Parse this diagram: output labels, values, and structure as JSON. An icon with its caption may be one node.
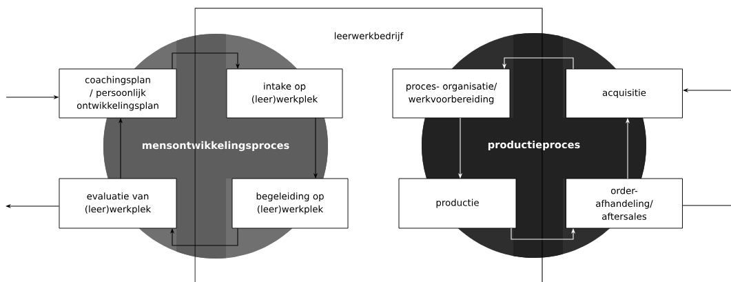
{
  "diagram": {
    "nodes": [
      {
        "text": [
          "leerwerkbedrijf"
        ]
      },
      {
        "text": [
          "mensontwikkelingsproces"
        ]
      },
      {
        "text": [
          "coachingsplan / persoonlijk ontwikkelingsplan"
        ]
      },
      {
        "text": [
          "intake op (leer)werkplek"
        ],
        "in": 0
      },
      {
        "text": [
          "evaluatie van (leer)werkplek"
        ]
      },
      {
        "text": [
          "begeleiding op (leer)werkplek"
        ],
        "in": 0
      },
      {
        "text": [
          "productieproces"
        ]
      },
      {
        "text": [
          "proces- organisatie/ werkvoorbereiding"
        ],
        "in": 0
      },
      {
        "text": [
          "acquisitie"
        ]
      },
      {
        "text": [
          "productie"
        ],
        "in": 0
      },
      {
        "text": [
          "order- afhandeling/ aftersales"
        ]
      }
    ],
    "edges": [
      {
        "from": null,
        "to": 2,
        "arrow": "to"
      },
      {
        "from": 2,
        "to": 3,
        "arrow": "to"
      },
      {
        "from": 3,
        "to": 5,
        "arrow": "to"
      },
      {
        "from": 5,
        "to": 4,
        "arrow": "to"
      },
      {
        "from": 4,
        "to": 2,
        "arrow": "to"
      },
      {
        "from": 4,
        "to": null,
        "arrow": "to"
      },
      {
        "from": null,
        "to": 8,
        "arrow": "to"
      },
      {
        "from": 8,
        "to": 7,
        "arrow": "to",
        "color": "#ffffff"
      },
      {
        "from": 7,
        "to": 9,
        "arrow": "to",
        "color": "#ffffff"
      },
      {
        "from": 9,
        "to": 10,
        "arrow": "to",
        "color": "#ffffff"
      },
      {
        "from": 10,
        "to": 8,
        "arrow": "to",
        "color": "#ffffff"
      },
      {
        "from": 10,
        "to": null,
        "arrow": "none"
      }
    ]
  }
}
